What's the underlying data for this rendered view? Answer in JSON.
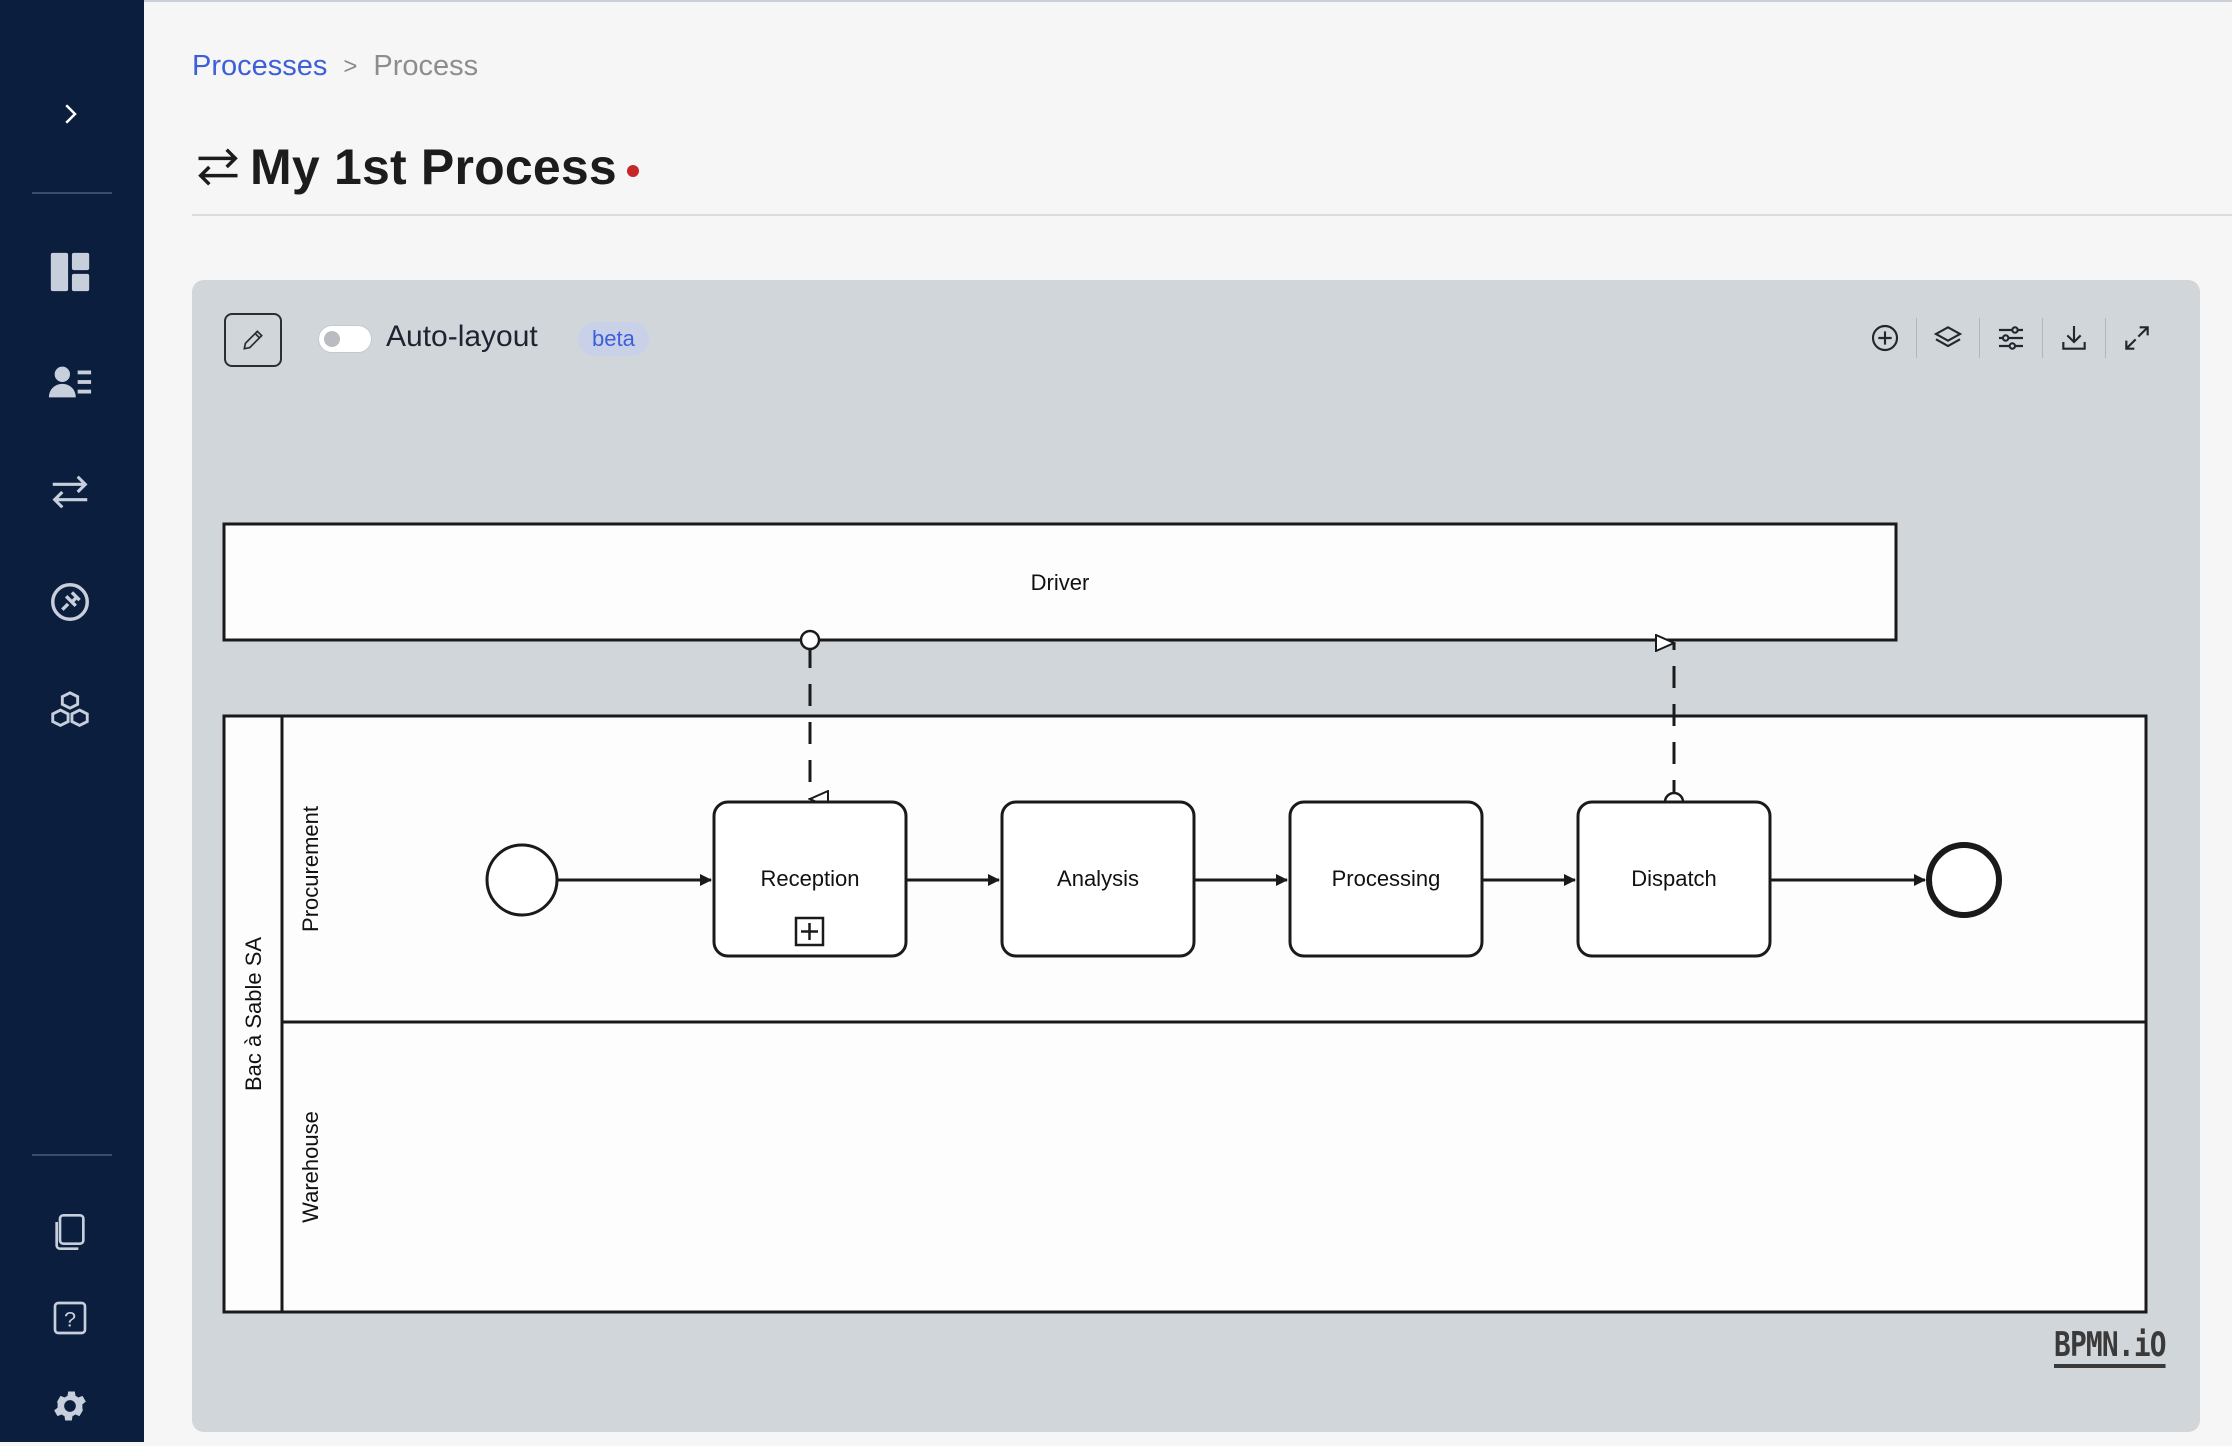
{
  "breadcrumb": {
    "parent": "Processes",
    "separator": ">",
    "current": "Process"
  },
  "page": {
    "title": "My 1st Process",
    "unsaved": true
  },
  "sidebar": {
    "items": [
      {
        "icon": "chevron-right-icon"
      },
      {
        "icon": "dashboard-icon"
      },
      {
        "icon": "users-icon"
      },
      {
        "icon": "process-icon"
      },
      {
        "icon": "integration-icon"
      },
      {
        "icon": "cubes-icon"
      },
      {
        "icon": "documents-icon"
      },
      {
        "icon": "help-icon"
      },
      {
        "icon": "gear-icon"
      }
    ]
  },
  "editor": {
    "auto_layout_label": "Auto-layout",
    "auto_layout_enabled": false,
    "beta_label": "beta",
    "toolbar": [
      "add-icon",
      "layers-icon",
      "sliders-icon",
      "download-icon",
      "fullscreen-icon"
    ]
  },
  "diagram": {
    "participant_external": "Driver",
    "pool": "Bac à Sable SA",
    "lanes": [
      "Procurement",
      "Warehouse"
    ],
    "tasks": [
      "Reception",
      "Analysis",
      "Processing",
      "Dispatch"
    ],
    "logo": "BPMN.iO"
  },
  "colors": {
    "sidebar": "#0c1e3e",
    "accent": "#3d5fd9",
    "unsaved_dot": "#c62828",
    "canvas": "#d1d6db"
  }
}
